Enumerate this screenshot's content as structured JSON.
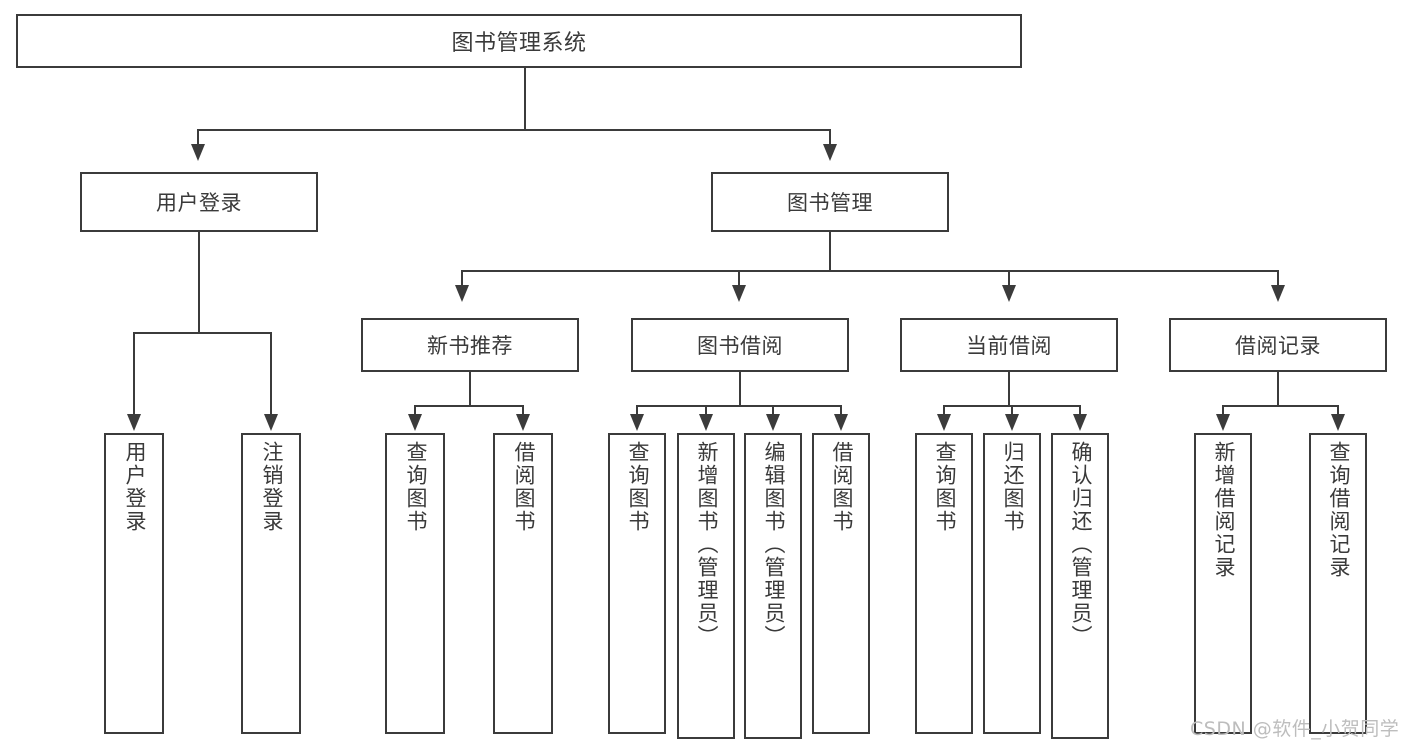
{
  "diagram": {
    "type": "tree-hierarchy-diagram",
    "title": "图书管理系统",
    "accent_color": "#3b3b3b",
    "background_color": "#ffffff",
    "text_color": "#3a3a3a",
    "root": {
      "label": "图书管理系统"
    },
    "level2": [
      {
        "label": "用户登录"
      },
      {
        "label": "图书管理"
      }
    ],
    "level3": [
      {
        "label": "新书推荐"
      },
      {
        "label": "图书借阅"
      },
      {
        "label": "当前借阅"
      },
      {
        "label": "借阅记录"
      }
    ],
    "leaves": {
      "user_login": [
        {
          "label": "用户登录"
        },
        {
          "label": "注销登录"
        }
      ],
      "new_book_recommend": [
        {
          "label": "查询图书"
        },
        {
          "label": "借阅图书"
        }
      ],
      "book_borrow": [
        {
          "label": "查询图书"
        },
        {
          "label": "新增图书（管理员）"
        },
        {
          "label": "编辑图书（管理员）"
        },
        {
          "label": "借阅图书"
        }
      ],
      "current_borrow": [
        {
          "label": "查询图书"
        },
        {
          "label": "归还图书"
        },
        {
          "label": "确认归还（管理员）"
        }
      ],
      "borrow_record": [
        {
          "label": "新增借阅记录"
        },
        {
          "label": "查询借阅记录"
        }
      ]
    }
  },
  "watermark": {
    "text": "CSDN @软件_小贺同学"
  }
}
